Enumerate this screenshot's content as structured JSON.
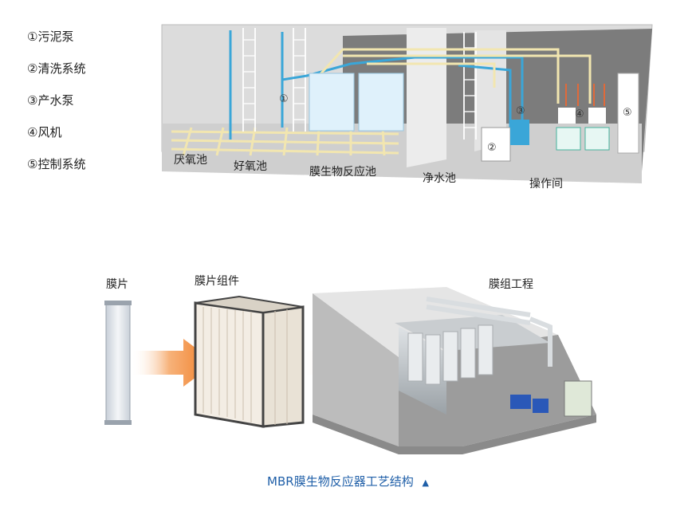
{
  "legend": {
    "items": [
      "①污泥泵",
      "②清洗系统",
      "③产水泵",
      "④风机",
      "⑤控制系统"
    ]
  },
  "plant": {
    "zones": [
      "厌氧池",
      "好氧池",
      "膜生物反应池",
      "净水池",
      "操作间"
    ],
    "callouts": [
      "①",
      "②",
      "③",
      "④",
      "⑤"
    ]
  },
  "stages": {
    "labels": [
      "膜片",
      "膜片组件",
      "膜组工程"
    ]
  },
  "caption": {
    "text": "MBR膜生物反应器工艺结构",
    "marker": "▲"
  },
  "colors": {
    "pipe_blue": "#3aa6d8",
    "pipe_yellow": "#f2e6b0",
    "arrow_orange": "#f07a20",
    "caption_blue": "#1f5fa8"
  }
}
